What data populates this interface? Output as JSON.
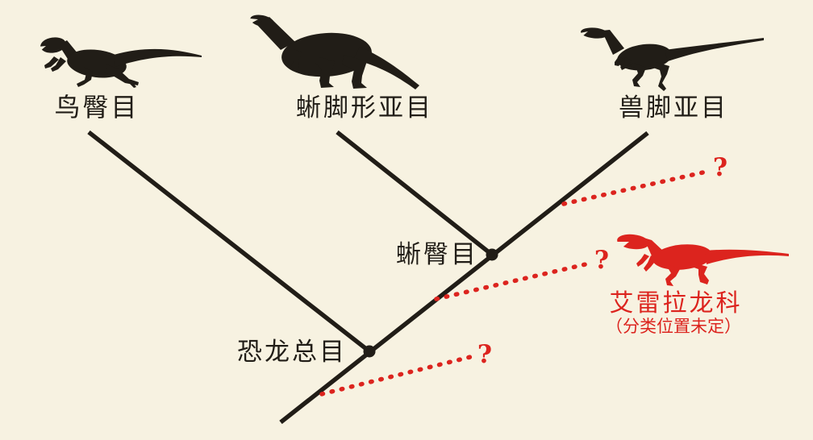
{
  "colors": {
    "background": "#f7f2e1",
    "line": "#211d17",
    "accent": "#dc241e"
  },
  "diagram_type": "cladogram",
  "clade_tips": [
    {
      "label": "鸟臀目",
      "icon": "ornithischia-dinosaur-silhouette"
    },
    {
      "label": "蜥脚形亚目",
      "icon": "sauropodomorpha-dinosaur-silhouette"
    },
    {
      "label": "兽脚亚目",
      "icon": "theropoda-dinosaur-silhouette"
    }
  ],
  "clade_nodes": [
    {
      "label": "恐龙总目"
    },
    {
      "label": "蜥臀目"
    }
  ],
  "uncertain_group": {
    "label": "艾雷拉龙科",
    "note": "（分类位置未定）",
    "icon": "herrerasauridae-dinosaur-silhouette"
  },
  "alternative_positions": [
    {
      "mark": "?"
    },
    {
      "mark": "?"
    },
    {
      "mark": "?"
    }
  ]
}
